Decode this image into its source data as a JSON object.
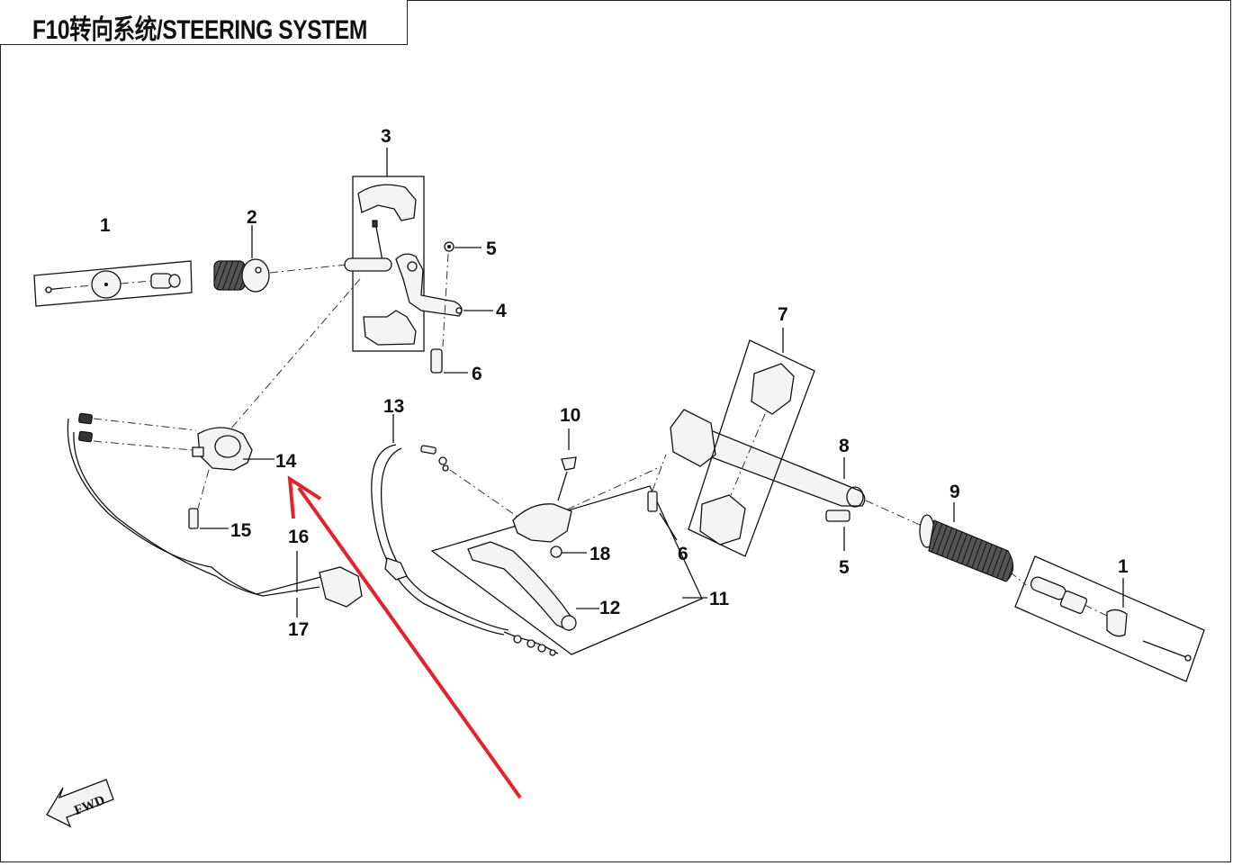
{
  "title": "F10转向系统/STEERING SYSTEM",
  "fwd_label": "FWD",
  "annotation_arrow_color": "#e8202a",
  "callouts": [
    {
      "id": "c1a",
      "number": "1"
    },
    {
      "id": "c2",
      "number": "2"
    },
    {
      "id": "c3",
      "number": "3"
    },
    {
      "id": "c4",
      "number": "4"
    },
    {
      "id": "c5a",
      "number": "5"
    },
    {
      "id": "c6a",
      "number": "6"
    },
    {
      "id": "c7",
      "number": "7"
    },
    {
      "id": "c8",
      "number": "8"
    },
    {
      "id": "c9",
      "number": "9"
    },
    {
      "id": "c10",
      "number": "10"
    },
    {
      "id": "c11",
      "number": "11"
    },
    {
      "id": "c12",
      "number": "12"
    },
    {
      "id": "c13",
      "number": "13"
    },
    {
      "id": "c14",
      "number": "14"
    },
    {
      "id": "c15",
      "number": "15"
    },
    {
      "id": "c16",
      "number": "16"
    },
    {
      "id": "c17",
      "number": "17"
    },
    {
      "id": "c18",
      "number": "18"
    },
    {
      "id": "c6b",
      "number": "6"
    },
    {
      "id": "c5b",
      "number": "5"
    },
    {
      "id": "c1b",
      "number": "1"
    }
  ]
}
